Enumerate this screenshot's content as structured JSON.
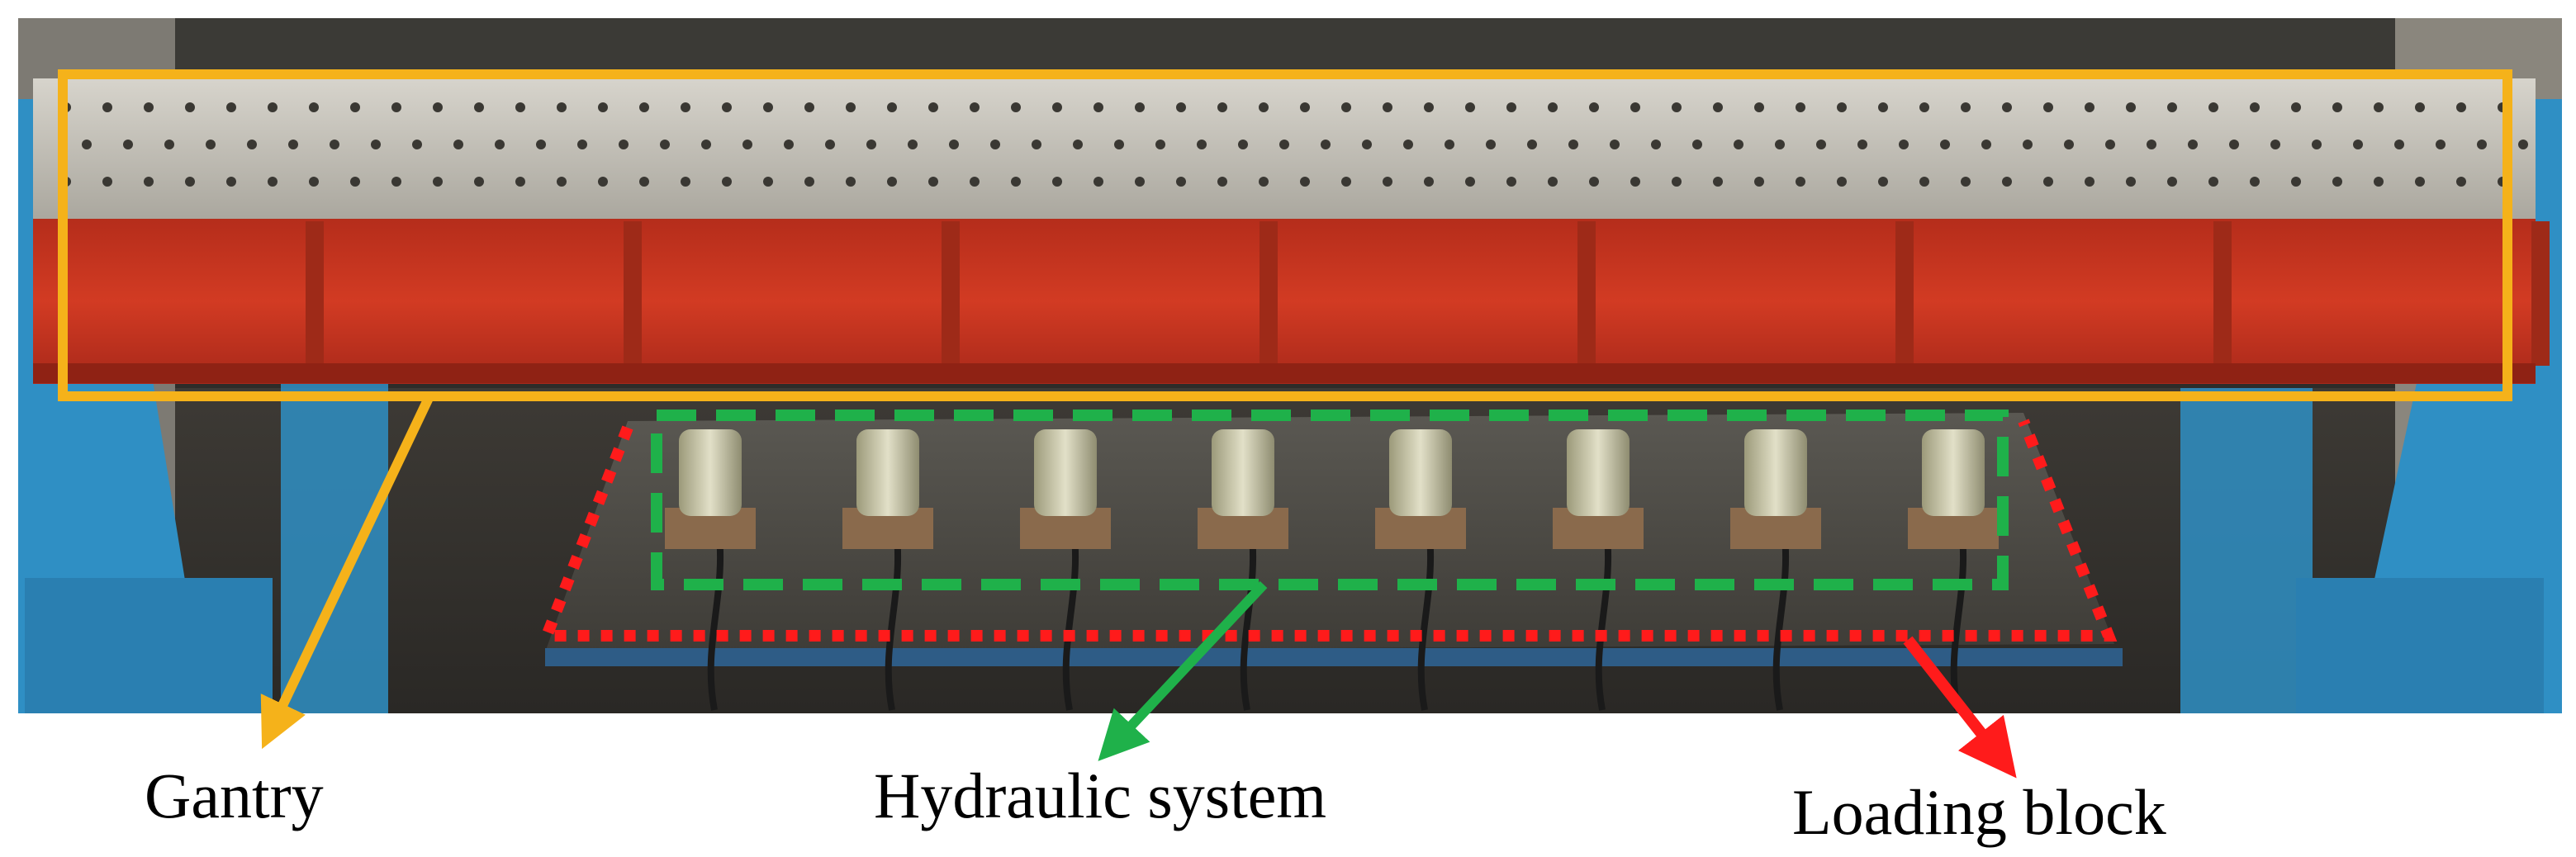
{
  "labels": {
    "gantry": "Gantry",
    "hydraulic_system": "Hydraulic system",
    "loading_block": "Loading block"
  },
  "colors": {
    "gantry_box": "#f5b21a",
    "hydraulic_box": "#1fb14a",
    "loading_box": "#ff1b1b",
    "beam_red": "#c9341f",
    "beam_top": "#bdbab2",
    "column_blue": "#2f8fc4",
    "floor": "#4a463f"
  },
  "icons": {
    "gantry_arrow": "arrow-down-left-icon",
    "hydraulic_arrow": "arrow-down-left-icon",
    "loading_arrow": "arrow-down-right-icon"
  },
  "jack_count": 8
}
